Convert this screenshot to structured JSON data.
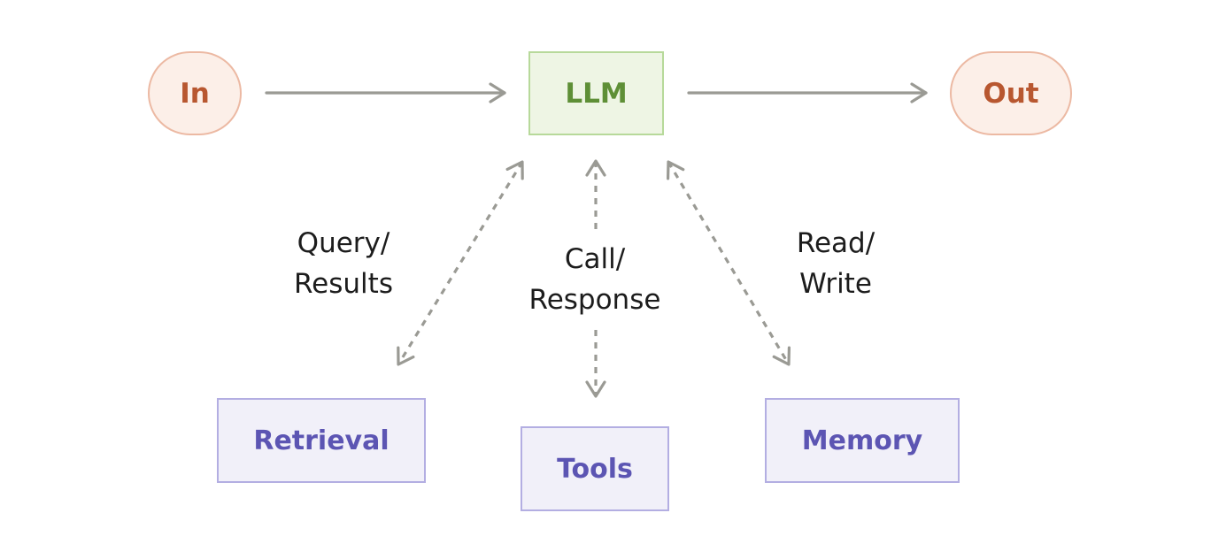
{
  "nodes": {
    "input": "In",
    "llm": "LLM",
    "output": "Out",
    "retrieval": "Retrieval",
    "tools": "Tools",
    "memory": "Memory"
  },
  "edge_labels": {
    "retrieval": {
      "line1": "Query/",
      "line2": "Results"
    },
    "tools": {
      "line1": "Call/",
      "line2": "Response"
    },
    "memory": {
      "line1": "Read/",
      "line2": "Write"
    }
  },
  "colors": {
    "io_fill": "#fcefe8",
    "io_border": "#ecb9a3",
    "io_text": "#b85730",
    "llm_fill": "#eef5e4",
    "llm_border": "#b7d99a",
    "llm_text": "#5e8f36",
    "component_fill": "#f1f0f9",
    "component_border": "#b3aee2",
    "component_text": "#5c55b3",
    "arrow": "#9a9a94"
  }
}
